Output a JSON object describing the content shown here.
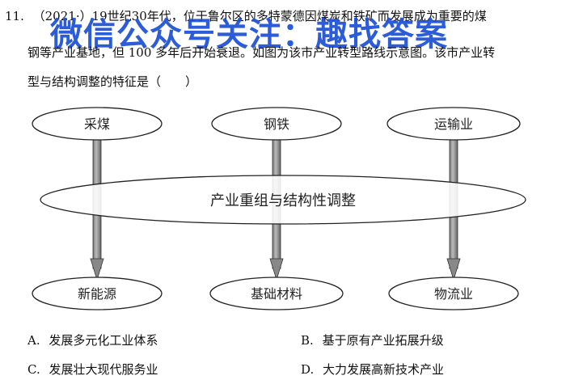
{
  "question": {
    "number": "11.",
    "line1": "（2021·）19世纪30年代，位于鲁尔区的多特蒙德因煤炭和铁矿而发展成为重要的煤",
    "line2": "钢等产业基地，但 100 多年后开始衰退。如图为该市产业转型路线示意图。该市产业转",
    "line3": "型与结构调整的特征是（　　）"
  },
  "watermark": "微信公众号关注：趣找答案",
  "diagram": {
    "top_nodes": [
      "采煤",
      "钢铁",
      "运输业"
    ],
    "middle": "产业重组与结构性调整",
    "bottom_nodes": [
      "新能源",
      "基础材料",
      "物流业"
    ]
  },
  "options": [
    {
      "letter": "A.",
      "text": "发展多元化工业体系"
    },
    {
      "letter": "B.",
      "text": "基于原有产业拓展升级"
    },
    {
      "letter": "C.",
      "text": "发展壮大现代服务业"
    },
    {
      "letter": "D.",
      "text": "大力发展高新技术产业"
    }
  ]
}
